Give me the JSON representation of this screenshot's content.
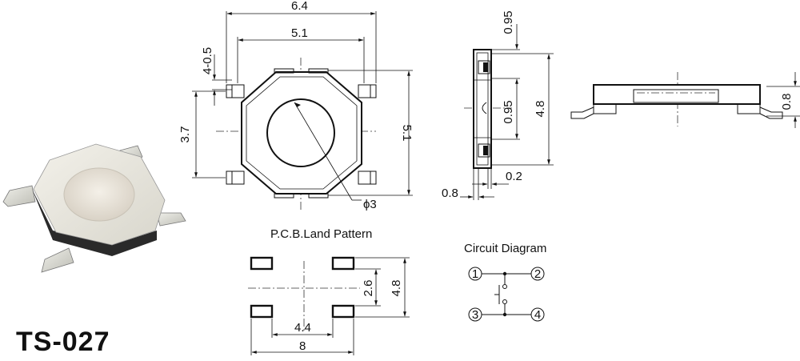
{
  "model": "TS-027",
  "top_view": {
    "width_overall": "6.4",
    "width_body": "5.1",
    "lead_offset": "4-0.5",
    "lead_pitch": "3.7",
    "height_body": "5.1",
    "button_dia": "ϕ3"
  },
  "side_view": {
    "top_gap": "0.95",
    "mid_gap": "0.95",
    "height": "4.8",
    "lead_thickness": "0.2",
    "lead_width": "0.8"
  },
  "profile_view": {
    "height": "0.8"
  },
  "pcb": {
    "title": "P.C.B.Land Pattern",
    "pad_gap_v": "2.6",
    "pad_span_v": "4.8",
    "pad_gap_h": "4.4",
    "pad_span_h": "8"
  },
  "circuit": {
    "title": "Circuit Diagram",
    "pins": [
      "1",
      "2",
      "3",
      "4"
    ]
  }
}
